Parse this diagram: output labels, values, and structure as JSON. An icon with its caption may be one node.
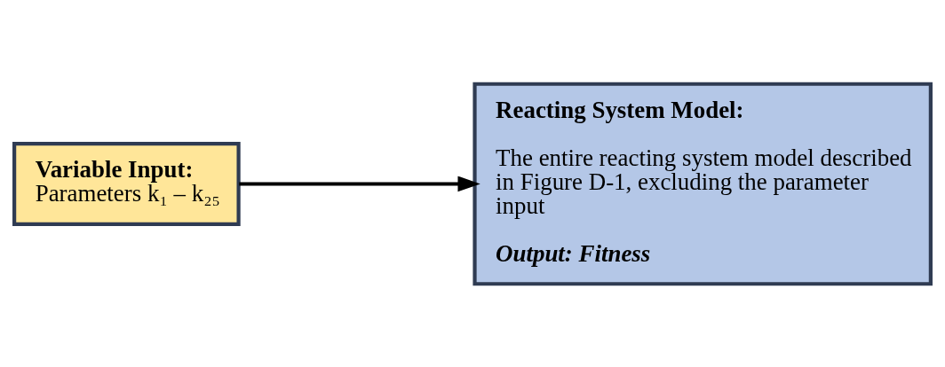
{
  "diagram": {
    "nodes": [
      {
        "text": [
          "Variable Input:",
          "Parameters k₁ – k₂₅"
        ]
      },
      {
        "text": [
          "Reacting System Model:",
          "The entire reacting system model described in Figure D-1, excluding the parameter input",
          "Output: Fitness"
        ]
      }
    ],
    "edges": [
      {
        "from": 0,
        "to": 1,
        "arrow": "to"
      }
    ]
  }
}
